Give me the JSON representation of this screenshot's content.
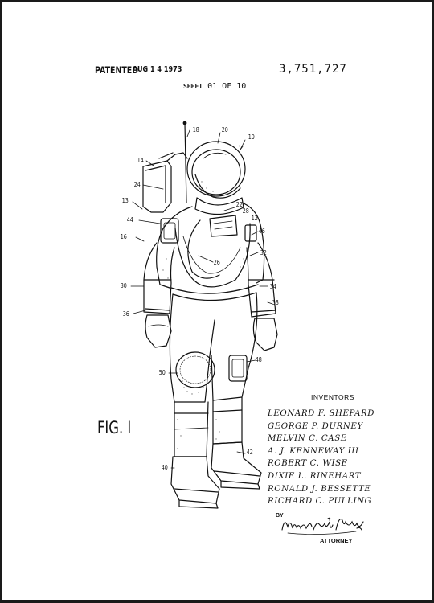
{
  "header": {
    "patented_label": "PATENTED",
    "patent_date": "AUG 1 4 1973",
    "patent_number": "3,751,727",
    "sheet_label": "SHEET",
    "sheet_number": "01 OF 10"
  },
  "figure": {
    "label": "FIG. I",
    "reference_numerals": [
      "18",
      "20",
      "10",
      "14",
      "24",
      "22",
      "28",
      "12",
      "13",
      "44",
      "46",
      "16",
      "32",
      "26",
      "30",
      "34",
      "38",
      "36",
      "48",
      "50",
      "42",
      "40"
    ]
  },
  "inventors": {
    "heading": "INVENTORS",
    "names": [
      "LEONARD F. SHEPARD",
      "GEORGE P. DURNEY",
      "MELVIN C. CASE",
      "A. J. KENNEWAY III",
      "ROBERT C. WISE",
      "DIXIE L. RINEHART",
      "RONALD J. BESSETTE",
      "RICHARD C. PULLING"
    ]
  },
  "attorney": {
    "by_label": "BY",
    "signature": "Michael A. Tiles Jr.",
    "title": "ATTORNEY"
  }
}
